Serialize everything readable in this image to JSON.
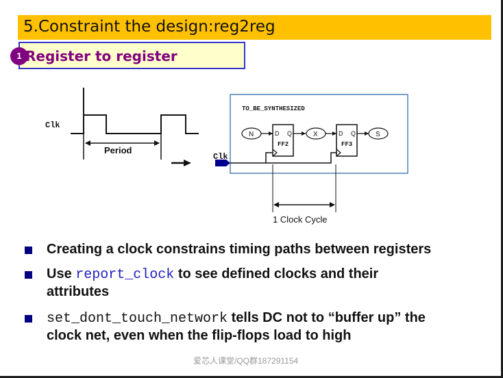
{
  "slide": {
    "title": "5.Constraint the design:reg2reg",
    "section_badge": "1",
    "section_title": "Register to register"
  },
  "diagram": {
    "clk_label": "Clk",
    "period_label": "Period",
    "block_label": "TO_BE_SYNTHESIZED",
    "clk_input_label": "Clk",
    "node_n": "N",
    "node_x": "X",
    "node_s": "S",
    "ff2_d": "D",
    "ff2_q": "Q",
    "ff2_name": "FF2",
    "ff3_d": "D",
    "ff3_q": "Q",
    "ff3_name": "FF3",
    "cycle_label": "1 Clock Cycle"
  },
  "bullets": {
    "b1_text": "Creating a clock constrains timing paths between registers",
    "b2_prefix": "Use ",
    "b2_code": "report_clock",
    "b2_suffix": " to see defined clocks and their",
    "b2_line2": "attributes",
    "b3_code": "set_dont_touch_network",
    "b3_suffix": " tells DC not to “buffer up” the",
    "b3_line2": "clock net, even when the flip-flops load to high"
  },
  "watermark": "爱芯人课堂/QQ群187291154",
  "colors": {
    "title_bar": "#ffc000",
    "section_fill": "#ffffcc",
    "section_border": "#3333cc",
    "section_text": "#800080",
    "bullet_square": "#000080",
    "code_blue": "#2020c0",
    "block_border": "#5080b0",
    "clk_arrow": "#000090"
  }
}
